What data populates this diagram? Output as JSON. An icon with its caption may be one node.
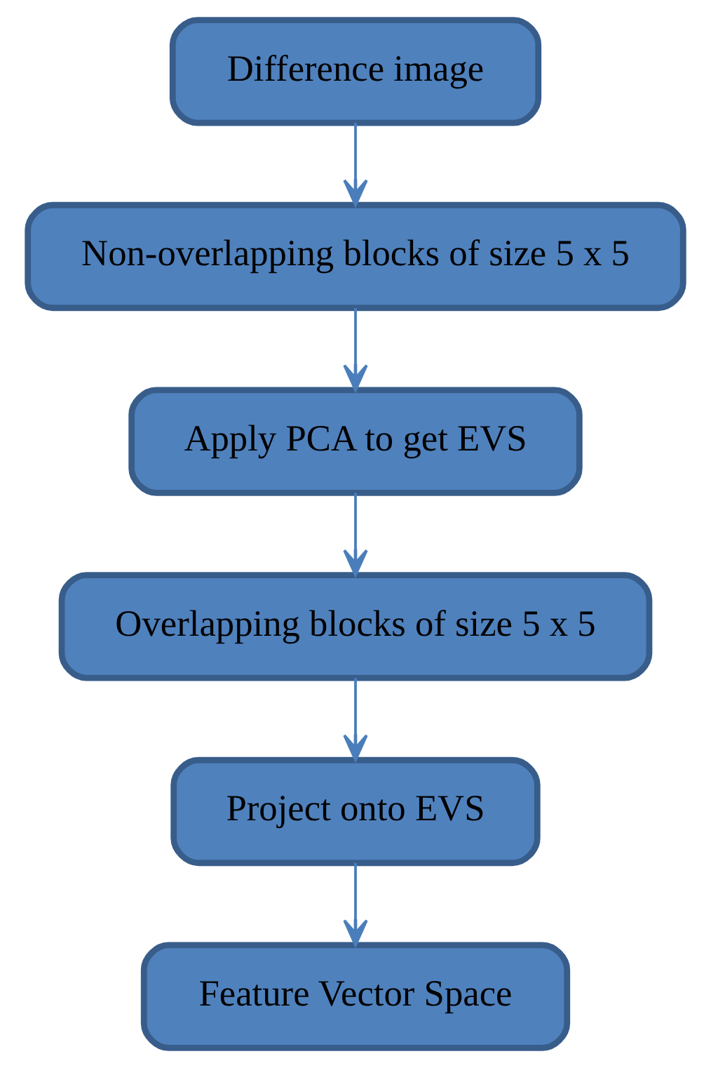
{
  "diagram": {
    "nodes": [
      {
        "text": [
          "Difference image"
        ]
      },
      {
        "text": [
          "Non-overlapping blocks of size 5 x 5"
        ]
      },
      {
        "text": [
          "Apply PCA to get EVS"
        ]
      },
      {
        "text": [
          "Overlapping blocks of size 5 x 5"
        ]
      },
      {
        "text": [
          "Project onto EVS"
        ]
      },
      {
        "text": [
          "Feature Vector Space"
        ]
      }
    ],
    "edges": [
      {
        "from": 0,
        "to": 1,
        "arrow": "to"
      },
      {
        "from": 1,
        "to": 2,
        "arrow": "to"
      },
      {
        "from": 2,
        "to": 3,
        "arrow": "to"
      },
      {
        "from": 3,
        "to": 4,
        "arrow": "to"
      },
      {
        "from": 4,
        "to": 5,
        "arrow": "to"
      }
    ]
  }
}
